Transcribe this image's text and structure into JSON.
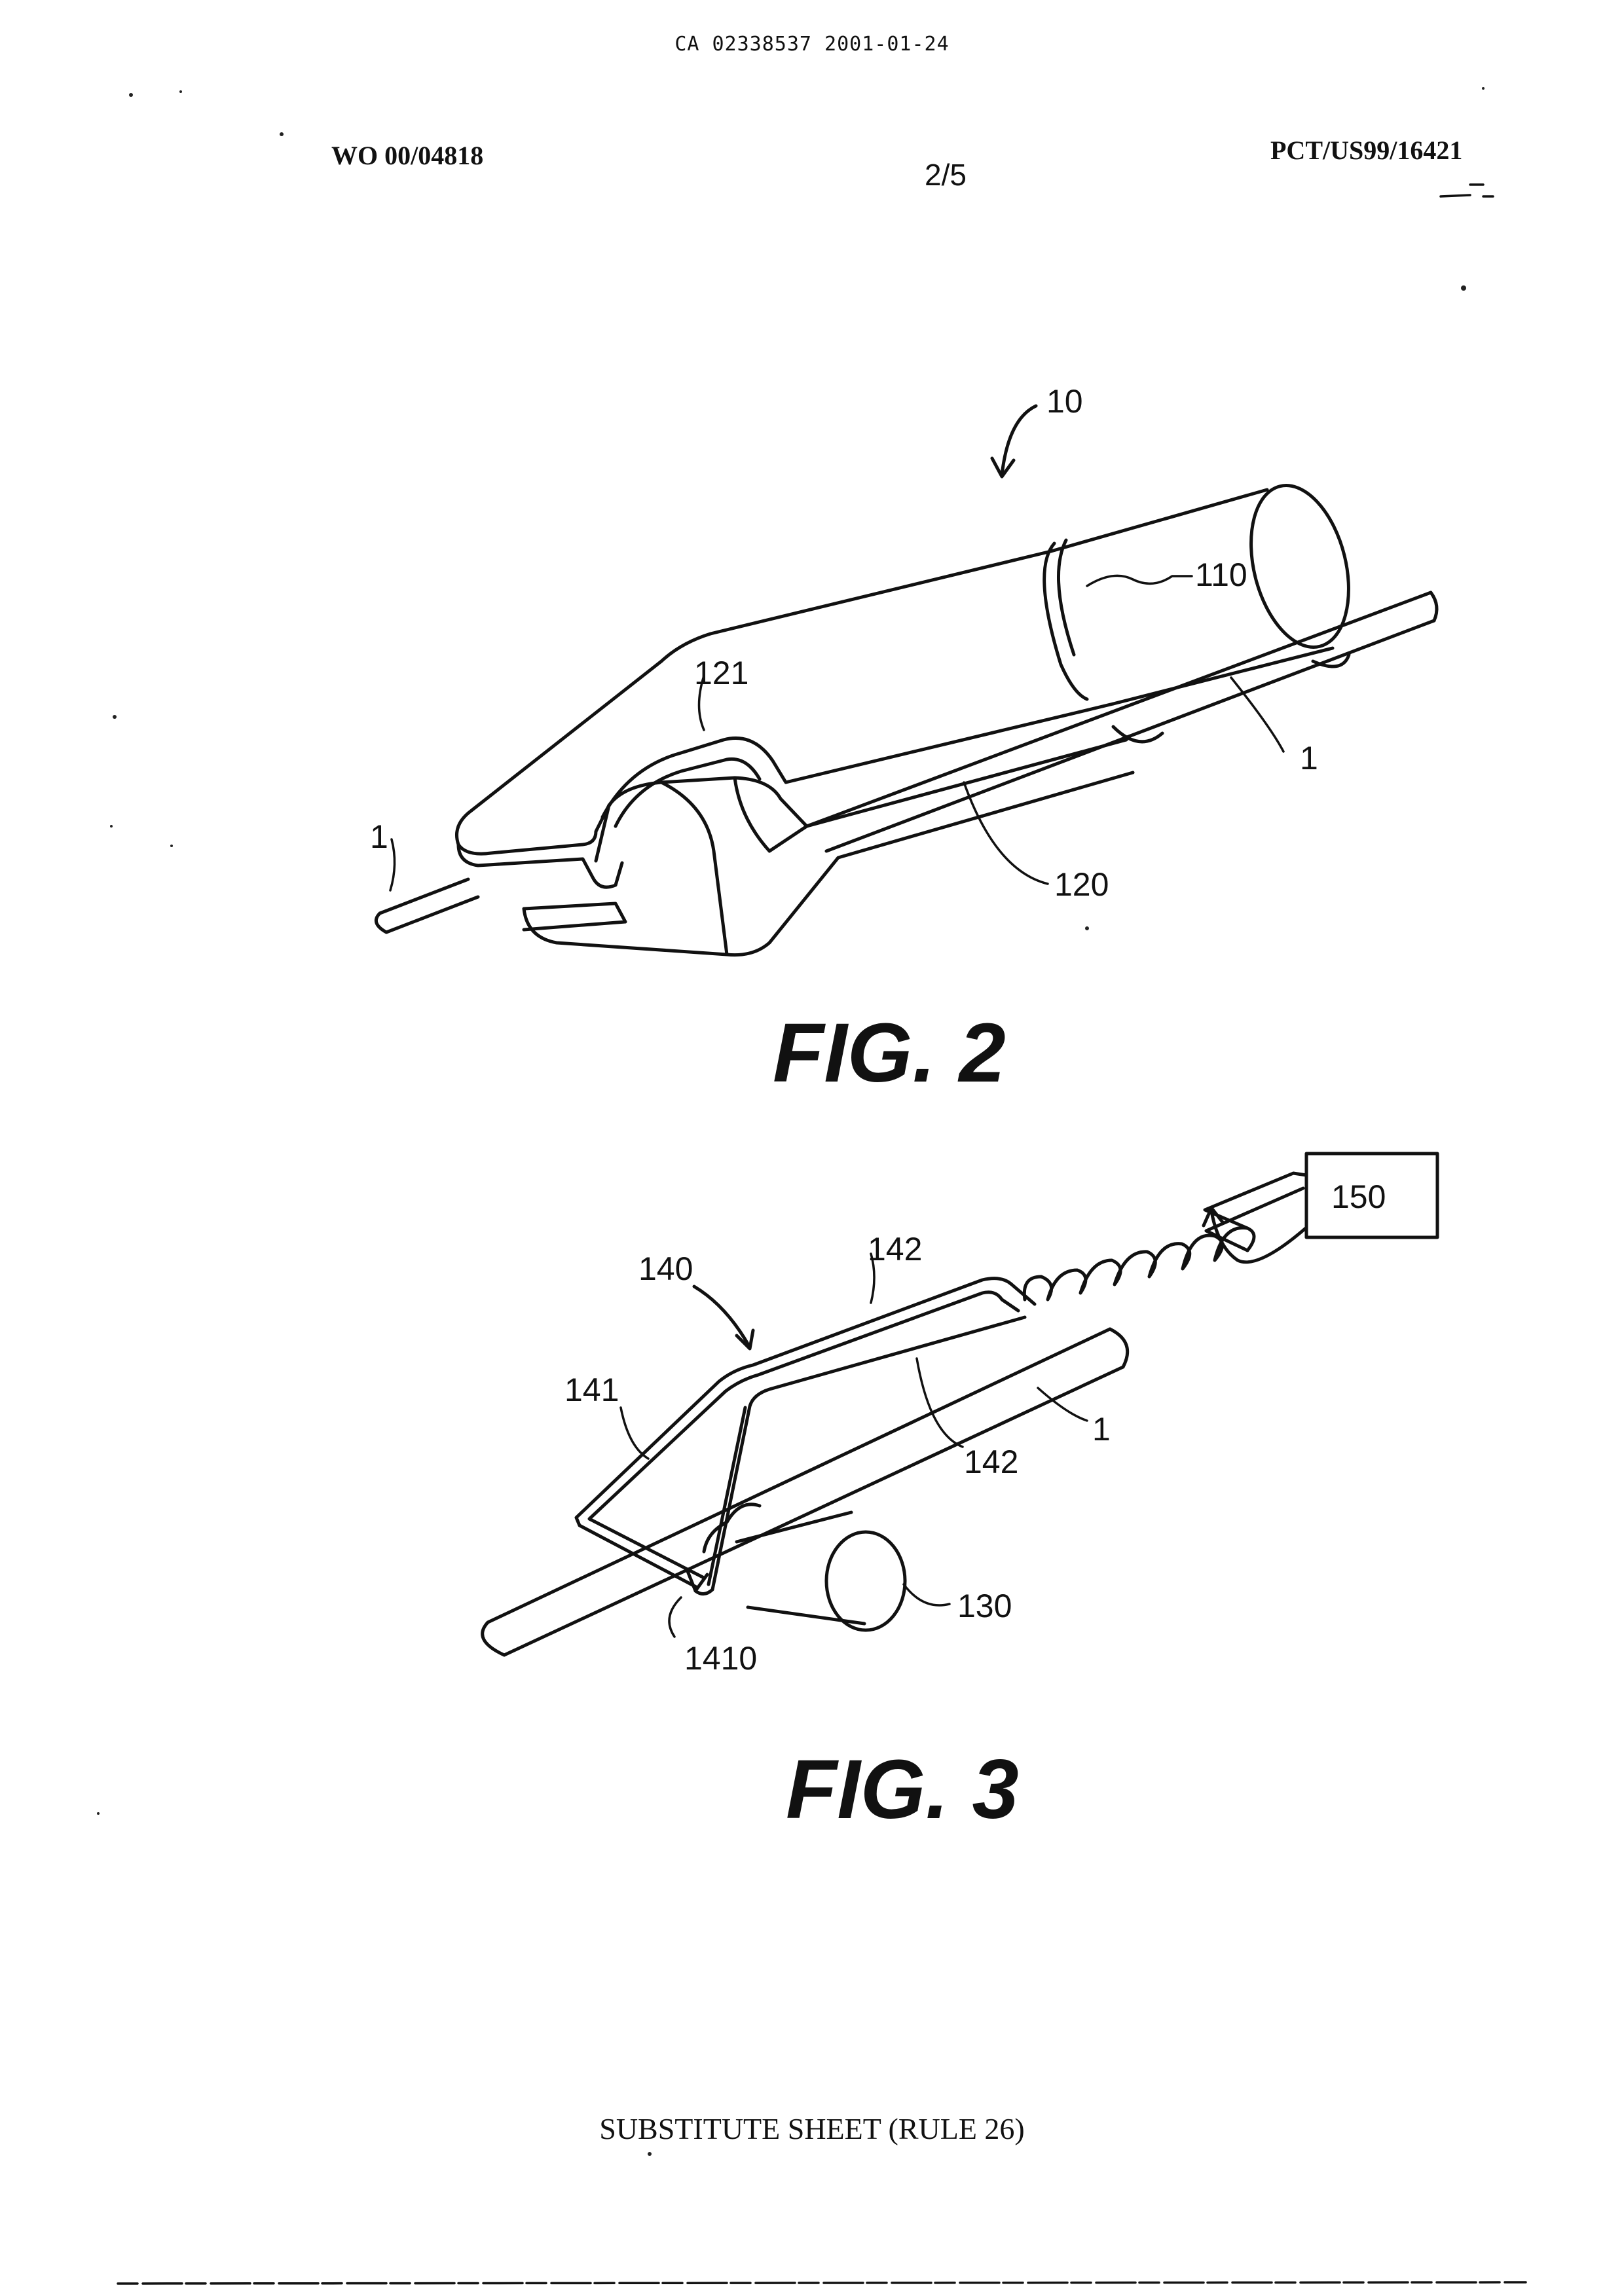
{
  "header": {
    "ca_line": "CA 02338537 2001-01-24",
    "wo_number": "WO 00/04818",
    "page_number": "2/5",
    "pct_number": "PCT/US99/16421"
  },
  "figures": [
    {
      "caption": "FIG. 2",
      "reference_numerals": [
        "10",
        "110",
        "121",
        "1",
        "1",
        "120"
      ]
    },
    {
      "caption": "FIG. 3",
      "reference_numerals": [
        "150",
        "142",
        "140",
        "141",
        "142",
        "1",
        "130",
        "1410"
      ]
    }
  ],
  "footer": {
    "text": "SUBSTITUTE SHEET (RULE 26)"
  }
}
